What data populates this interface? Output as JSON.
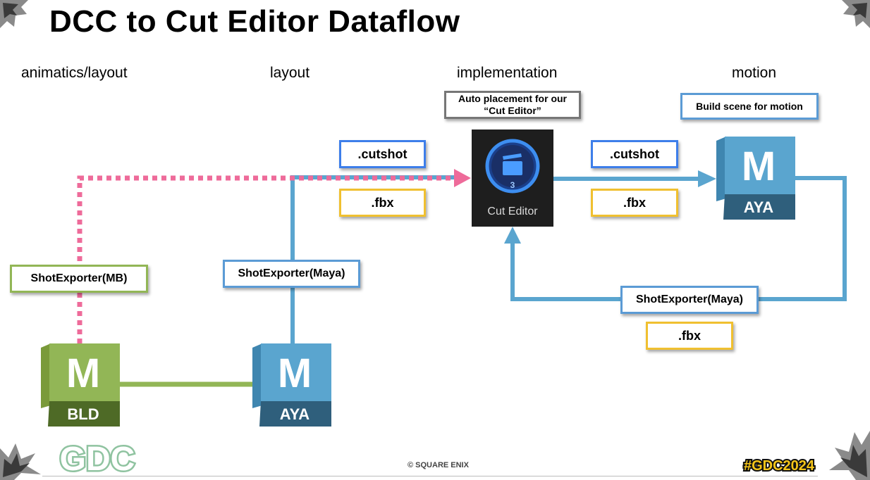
{
  "slide": {
    "title": "DCC to Cut Editor Dataflow",
    "columns": [
      "animatics/layout",
      "layout",
      "implementation",
      "motion"
    ],
    "notes": {
      "auto_placement": "Auto placement for our\n“Cut Editor”",
      "build_scene": "Build scene for motion"
    },
    "labels": {
      "shot_exporter_mb": "ShotExporter(MB)",
      "shot_exporter_maya_left": "ShotExporter(Maya)",
      "shot_exporter_maya_right": "ShotExporter(Maya)",
      "cutshot_left": ".cutshot",
      "fbx_left": ".fbx",
      "cutshot_right": ".cutshot",
      "fbx_right": ".fbx",
      "fbx_bottom": ".fbx"
    },
    "apps": {
      "motionbuilder": {
        "letter": "M",
        "name": "BLD"
      },
      "maya_layout": {
        "letter": "M",
        "name": "AYA"
      },
      "maya_motion": {
        "letter": "M",
        "name": "AYA"
      },
      "cut_editor": {
        "name": "Cut Editor",
        "badge": "3"
      }
    },
    "footer": {
      "logo": "GDC",
      "copyright": "© SQUARE ENIX",
      "hashtag": "#GDC2024"
    },
    "colors": {
      "pink_flow": "#ee6b9a",
      "blue_flow": "#5aa5cf",
      "green_flow": "#92b656",
      "cutshot_border": "#3d7eea",
      "fbx_border": "#f0c030"
    }
  }
}
